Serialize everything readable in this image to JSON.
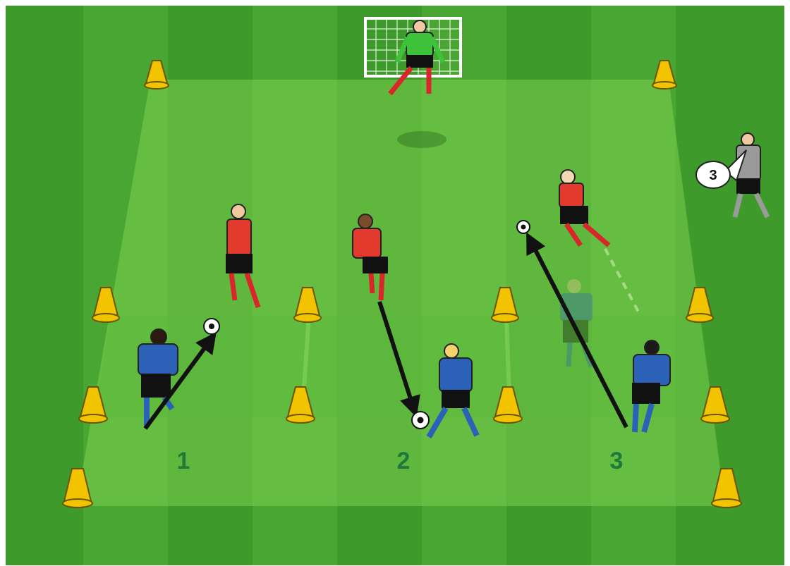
{
  "diagram": {
    "zone_labels": [
      "1",
      "2",
      "3"
    ],
    "coach_callout": "3"
  },
  "colors": {
    "grass_dark": "#3f9a2c",
    "grass_light": "#5cb83c",
    "area_tint": "#7cd04f",
    "cone": "#f2c400",
    "attacker_shirt": "#2b62b8",
    "defender_shirt": "#e33a2e",
    "goalkeeper_shirt": "#3ec23a",
    "coach_shirt": "#9a9a9a",
    "zone_label": "#1f7a3a",
    "arrow": "#111111"
  },
  "icons": [
    "goal-icon",
    "cone-icon",
    "ball-icon",
    "player-icon",
    "arrow-icon",
    "speech-bubble-icon"
  ]
}
